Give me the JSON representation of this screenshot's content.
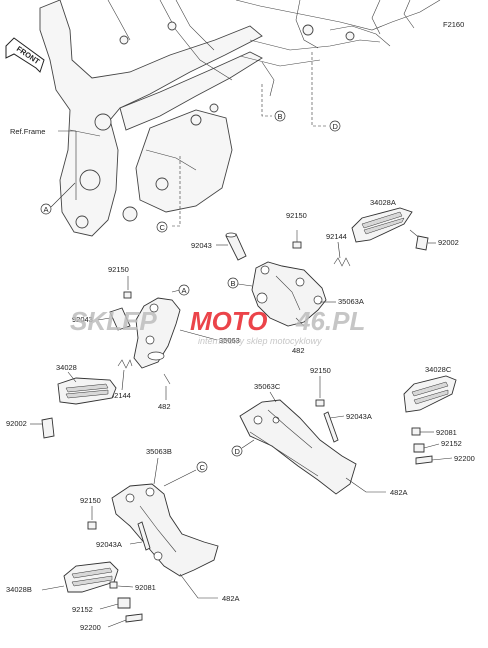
{
  "figure": {
    "code": "F2160",
    "front_label": "FRONT",
    "frame_label": "Ref.Frame"
  },
  "callouts": [
    "A",
    "B",
    "C",
    "D"
  ],
  "part_labels": {
    "p34028A": "34028A",
    "p92002_r": "92002",
    "p92150_top": "92150",
    "p92043_top": "92043",
    "p92144_top": "92144",
    "p35063A": "35063A",
    "p482_top": "482",
    "p92150_left": "92150",
    "p92043_left": "92043",
    "p35063": "35063",
    "p34028": "34028",
    "p92144_left": "92144",
    "p482_left": "482",
    "p92002_left": "92002",
    "p35063C": "35063C",
    "p92150_mid": "92150",
    "p92043A_mid": "92043A",
    "p34028C": "34028C",
    "p92081_r": "92081",
    "p92152_r": "92152",
    "p92200_r": "92200",
    "p482A_r": "482A",
    "p35063B": "35063B",
    "p92150_bot": "92150",
    "p92043A_bot": "92043A",
    "p34028B": "34028B",
    "p92081_bot": "92081",
    "p92152_bot": "92152",
    "p92200_bot": "92200",
    "p482A_bot": "482A"
  },
  "watermark": {
    "brand_left": "SKLEP",
    "brand_mid": "MOTO",
    "brand_right": "46.PL",
    "tagline": "internetowy sklep motocyklowy"
  },
  "colors": {
    "watermark_red": "#e8242b",
    "watermark_grey": "#bdbdbd",
    "line": "#333333"
  }
}
